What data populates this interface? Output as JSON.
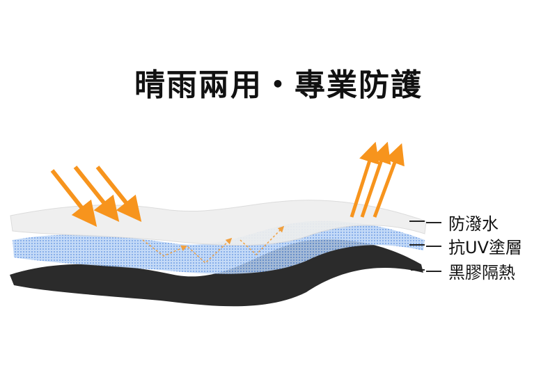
{
  "title": "晴雨兩用・專業防護",
  "layers": [
    {
      "label": "防潑水"
    },
    {
      "label": "抗UV塗層"
    },
    {
      "label": "黑膠隔熱"
    }
  ],
  "colors": {
    "arrow": "#f7941d",
    "top_layer": "#eeeeee",
    "uv_layer": "#a9c8f2",
    "black_layer": "#2b2b2b"
  }
}
